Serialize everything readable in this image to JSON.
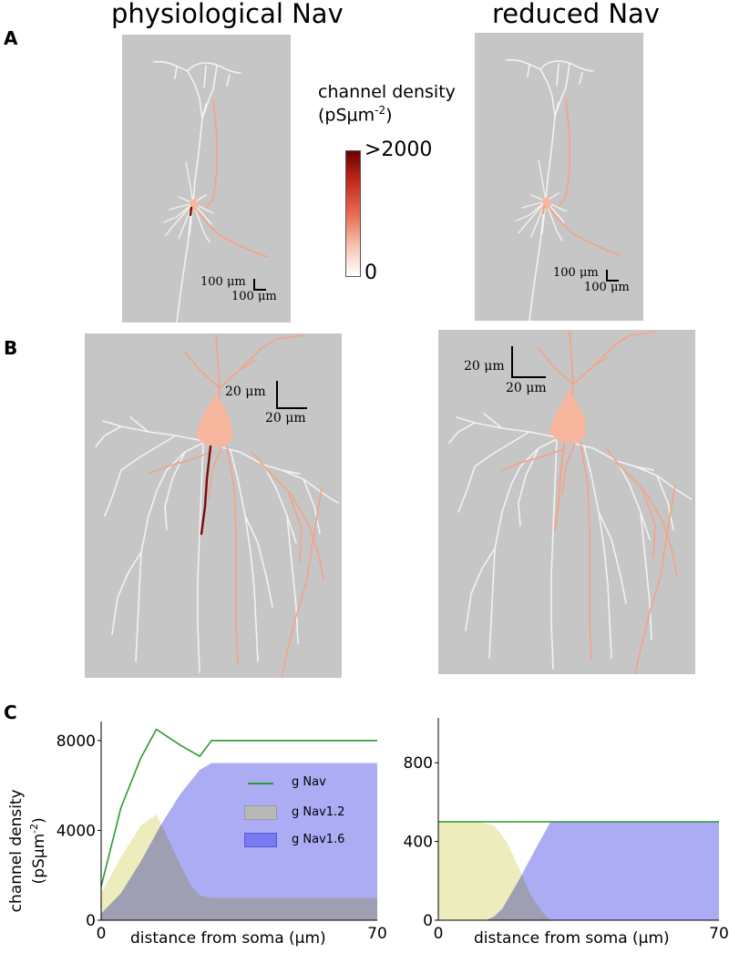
{
  "titles": {
    "left": "physiological Nav",
    "right": "reduced Nav"
  },
  "panels": {
    "a": "A",
    "b": "B",
    "c": "C"
  },
  "colorbar": {
    "label_line1": "channel density",
    "label_line2_text": "(pSμm",
    "label_line2_exp": "-2",
    "label_line2_end": ")",
    "max_label": ">2000",
    "min_label": "0",
    "gradient": [
      "#ffffff",
      "#f6c1ac",
      "#e86a4f",
      "#c52c1e",
      "#6b0000"
    ]
  },
  "scalebars": {
    "a_left": {
      "v": "100 μm",
      "h": "100 μm"
    },
    "a_right": {
      "v": "100 μm",
      "h": "100 μm"
    },
    "b_left": {
      "v": "20 μm",
      "h": "20 μm"
    },
    "b_right": {
      "v": "20 μm",
      "h": "20 μm"
    }
  },
  "colors": {
    "panel_bg": "#c6c6c6",
    "dendrite_white": "#f2f2f2",
    "dendrite_salmon": "#f0a58c",
    "soma": "#f7b79e",
    "ais_dark": "#7a0b0b",
    "nav_line": "#2b9a2b",
    "nav12_fill": "#e6e6a6",
    "nav16_fill": "#a8a8f4"
  },
  "chart_data": [
    {
      "type": "area",
      "panel": "C-left",
      "xlabel": "distance from soma (μm)",
      "ylabel_line1": "channel density",
      "ylabel_line2_text": "(pSμm",
      "ylabel_line2_exp": "-2",
      "ylabel_line2_end": ")",
      "xlim": [
        0,
        70
      ],
      "ylim": [
        0,
        8600
      ],
      "xticks": [
        "0",
        "70"
      ],
      "yticks": [
        {
          "value": 0,
          "label": "0"
        },
        {
          "value": 4000,
          "label": "4000"
        },
        {
          "value": 8000,
          "label": "8000"
        }
      ],
      "legend": [
        {
          "name": "g Nav",
          "kind": "line",
          "color": "#2b9a2b"
        },
        {
          "name": "g Nav1.2",
          "kind": "patch",
          "color": "#b8b8b8"
        },
        {
          "name": "g Nav1.6",
          "kind": "patch",
          "color": "#7a7af0"
        }
      ],
      "series": [
        {
          "name": "g Nav",
          "kind": "line",
          "color": "#2b9a2b",
          "x": [
            0,
            5,
            10,
            14,
            20,
            25,
            28,
            70
          ],
          "y": [
            1500,
            5000,
            7200,
            8500,
            7800,
            7300,
            8000,
            8000
          ]
        },
        {
          "name": "g Nav1.2",
          "kind": "area",
          "color": "#e6e6a6",
          "x": [
            0,
            5,
            10,
            14,
            16,
            20,
            23,
            25,
            28,
            70
          ],
          "y": [
            1200,
            2800,
            4200,
            4700,
            4000,
            2500,
            1500,
            1100,
            1000,
            1000
          ]
        },
        {
          "name": "g Nav1.6",
          "kind": "area",
          "color": "#a8a8f4",
          "x": [
            0,
            5,
            10,
            15,
            20,
            25,
            28,
            70
          ],
          "y": [
            300,
            1200,
            2600,
            4200,
            5600,
            6700,
            7000,
            7000
          ]
        }
      ]
    },
    {
      "type": "area",
      "panel": "C-right",
      "xlabel": "distance from soma (μm)",
      "xlim": [
        0,
        70
      ],
      "ylim": [
        0,
        1000
      ],
      "xticks": [
        "0",
        "70"
      ],
      "yticks": [
        {
          "value": 0,
          "label": "0"
        },
        {
          "value": 400,
          "label": "400"
        },
        {
          "value": 800,
          "label": "800"
        }
      ],
      "series": [
        {
          "name": "g Nav",
          "kind": "line",
          "color": "#2b9a2b",
          "x": [
            0,
            70
          ],
          "y": [
            500,
            500
          ]
        },
        {
          "name": "g Nav1.2",
          "kind": "area",
          "color": "#e6e6a6",
          "x": [
            0,
            10,
            14,
            17,
            20,
            23,
            26,
            28,
            70
          ],
          "y": [
            500,
            500,
            480,
            400,
            270,
            130,
            40,
            0,
            0
          ]
        },
        {
          "name": "g Nav1.6",
          "kind": "area",
          "color": "#a8a8f4",
          "x": [
            0,
            5,
            12,
            14,
            16,
            20,
            25,
            28,
            70
          ],
          "y": [
            0,
            0,
            0,
            20,
            60,
            200,
            390,
            500,
            500
          ]
        }
      ]
    }
  ]
}
